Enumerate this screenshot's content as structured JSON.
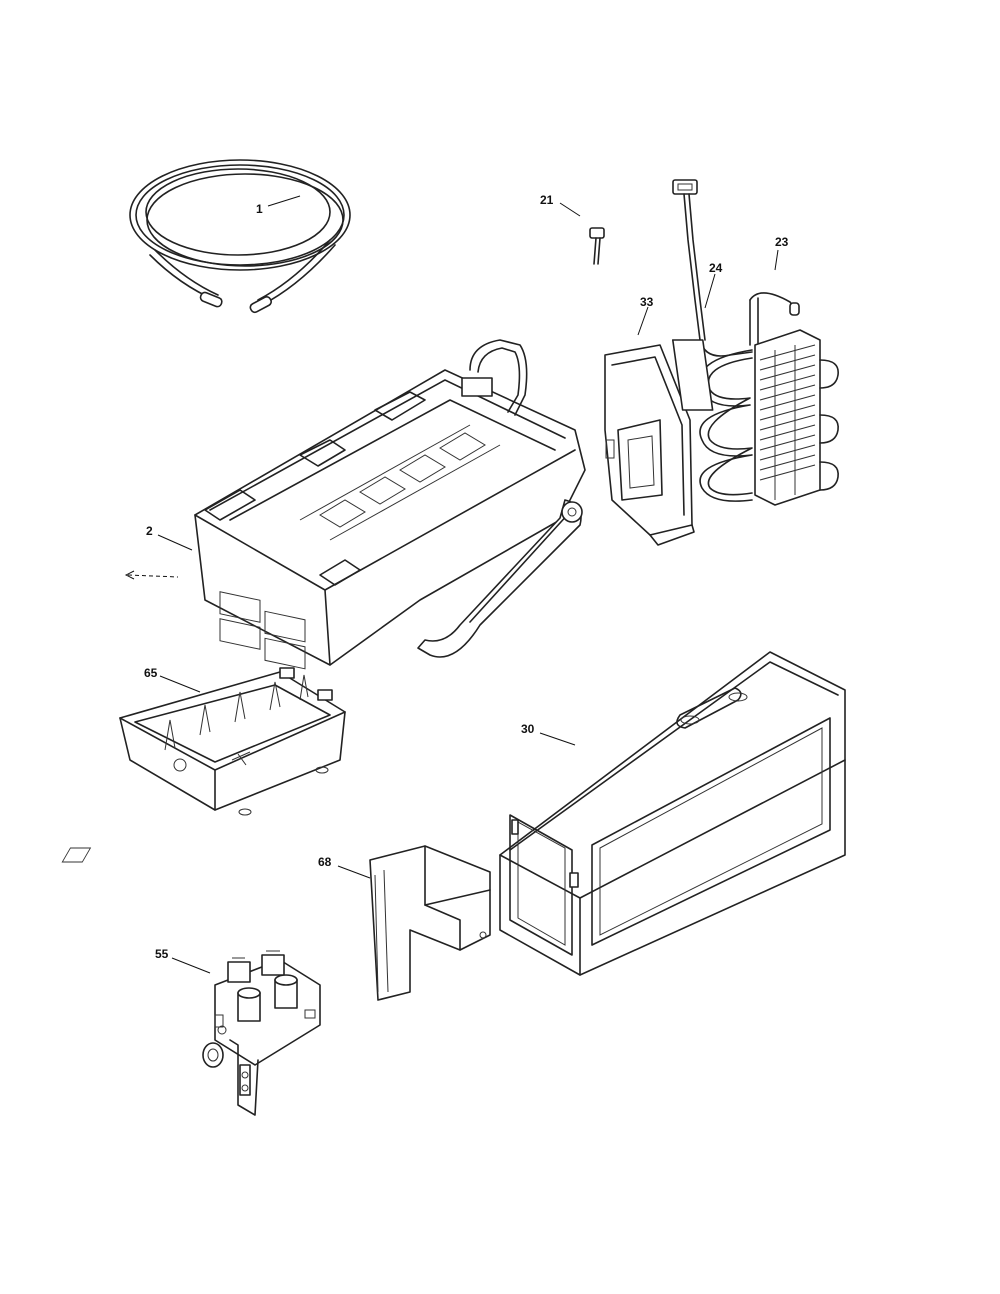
{
  "callouts": [
    {
      "id": "1",
      "text": "1"
    },
    {
      "id": "21",
      "text": "21"
    },
    {
      "id": "24",
      "text": "24"
    },
    {
      "id": "23",
      "text": "23"
    },
    {
      "id": "33",
      "text": "33"
    },
    {
      "id": "2",
      "text": "2"
    },
    {
      "id": "65",
      "text": "65"
    },
    {
      "id": "30",
      "text": "30"
    },
    {
      "id": "68",
      "text": "68"
    },
    {
      "id": "55",
      "text": "55"
    }
  ]
}
